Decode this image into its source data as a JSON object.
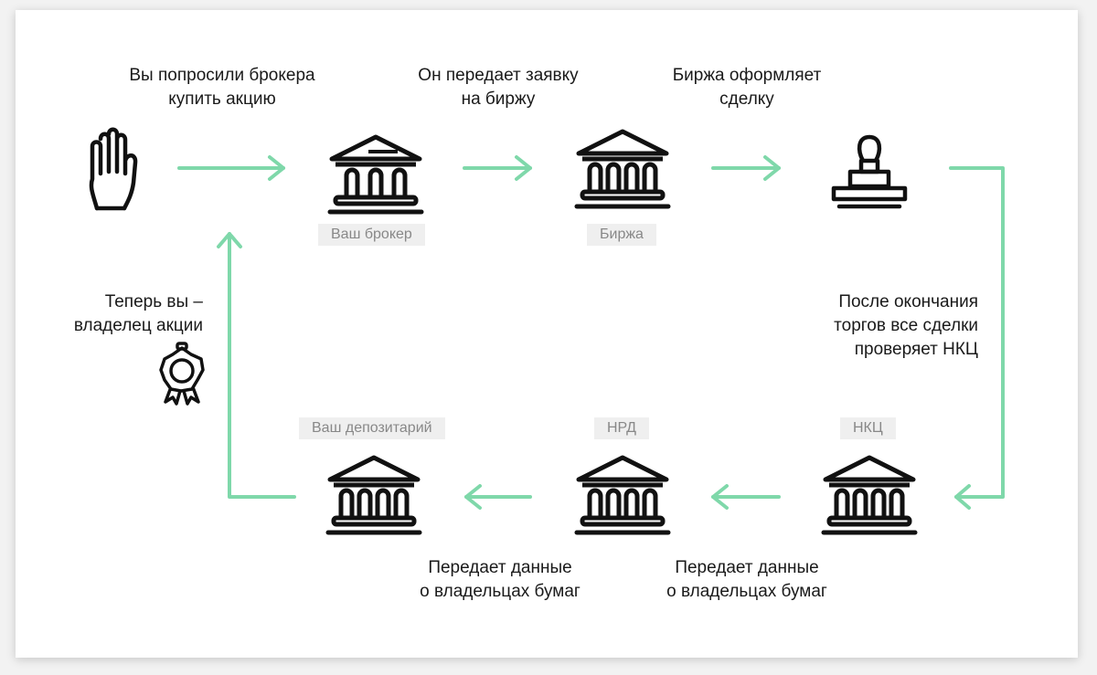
{
  "colors": {
    "arrow": "#7fd8aa",
    "icon": "#111111",
    "tag_bg": "#efefef",
    "tag_text": "#888888"
  },
  "steps": {
    "ask_broker": "Вы попросили брокера\nкупить акцию",
    "to_exchange": "Он передает заявку\nна биржу",
    "exchange_deal": "Биржа оформляет\nсделку",
    "nkc_check": "После окончания\nторгов все сделки\nпроверяет НКЦ",
    "nkc_to_nrd": "Передает данные\nо владельцах бумаг",
    "nrd_to_depo": "Передает данные\nо владельцах бумаг",
    "owner": "Теперь вы –\nвладелец акции"
  },
  "tags": {
    "broker": "Ваш брокер",
    "exchange": "Биржа",
    "depository": "Ваш депозитарий",
    "nrd": "НРД",
    "nkc": "НКЦ"
  },
  "icons": {
    "hand": "hand-icon",
    "broker": "bank-building-icon",
    "exchange": "bank-building-icon",
    "stamp": "stamp-icon",
    "nkc": "bank-building-icon",
    "nrd": "bank-building-icon",
    "depository": "bank-building-icon",
    "certificate": "certificate-seal-icon"
  }
}
